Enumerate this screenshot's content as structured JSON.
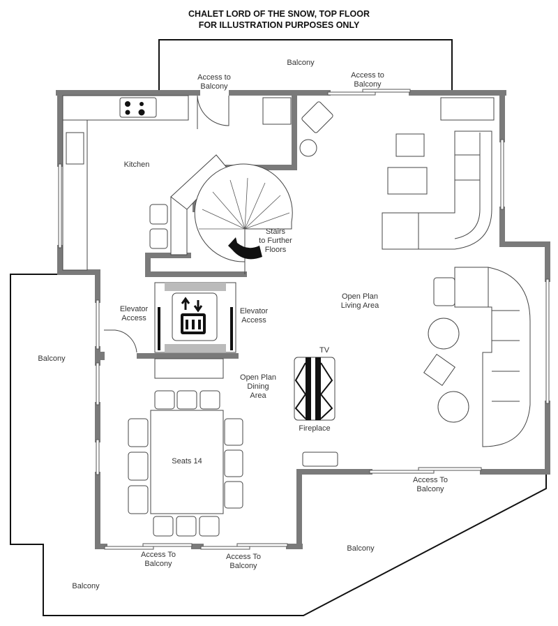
{
  "title": {
    "line1": "CHALET LORD OF THE SNOW, TOP FLOOR",
    "line2": "FOR ILLUSTRATION PURPOSES ONLY"
  },
  "labels": {
    "balcony_top": "Balcony",
    "access_balcony_top_left": "Access to\nBalcony",
    "access_balcony_top_right": "Access to\nBalcony",
    "kitchen": "Kitchen",
    "stairs": "Stairs\nto Further\nFloors",
    "elevator_access_left": "Elevator\nAccess",
    "elevator_access_right": "Elevator\nAccess",
    "living_area": "Open Plan\nLiving Area",
    "balcony_left": "Balcony",
    "dining_area": "Open Plan\nDining\nArea",
    "tv": "TV",
    "fireplace": "Fireplace",
    "seats": "Seats 14",
    "access_balcony_right": "Access To\nBalcony",
    "access_balcony_bottom_left": "Access To\nBalcony",
    "access_balcony_bottom_mid": "Access To\nBalcony",
    "balcony_bottom_right": "Balcony",
    "balcony_bottom_left": "Balcony"
  }
}
